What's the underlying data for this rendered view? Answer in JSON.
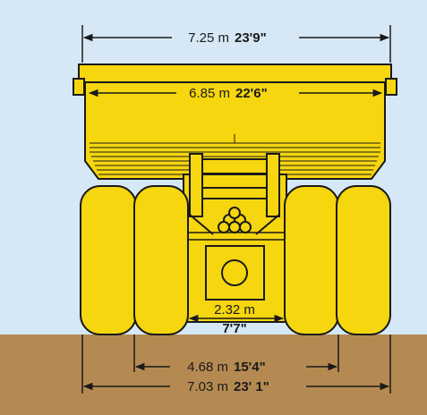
{
  "colors": {
    "sky": "#d6e8f5",
    "ground": "#b58a52",
    "truck": "#f5d60f",
    "outline": "#1a1a1a"
  },
  "dimensions": {
    "overall_width": {
      "metric": "7.25 m",
      "imperial": "23'9\""
    },
    "body_inner_width": {
      "metric": "6.85 m",
      "imperial": "22'6\""
    },
    "inner_tire_gap": {
      "metric": "2.32 m",
      "imperial": "7'7\""
    },
    "rear_track": {
      "metric": "4.68 m",
      "imperial": "15'4\""
    },
    "tire_width": {
      "metric": "7.03 m",
      "imperial": "23' 1\""
    }
  }
}
